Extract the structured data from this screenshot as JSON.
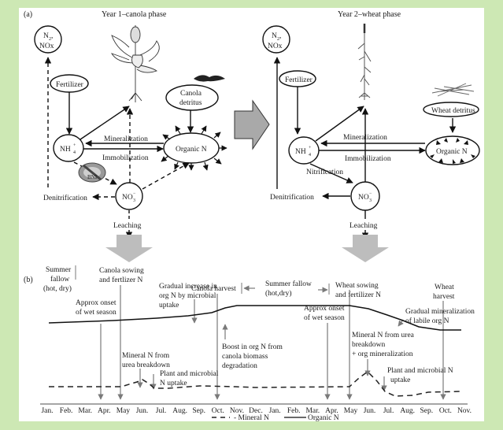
{
  "panel_a": {
    "label": "(a)",
    "year1": {
      "title": "Year 1–canola phase",
      "n2_line1": "N",
      "n2_sub": "2",
      "n2_comma": ",",
      "n2_line2": "NOx",
      "fertilizer": "Fertilizer",
      "detritus_line1": "Canola",
      "detritus_line2": "detritus",
      "nh4": "NH",
      "nh4_sub": "4",
      "nh4_sup": "+",
      "organic_n": "Organic N",
      "mineralization": "Mineralization",
      "immobilization": "Immobilization",
      "inhibitor": "BNI",
      "no3": "NO",
      "no3_sub": "3",
      "no3_sup": "−",
      "denitrification": "Denitrification",
      "leaching": "Leaching"
    },
    "year2": {
      "title": "Year 2–wheat phase",
      "n2_line1": "N",
      "n2_sub": "2",
      "n2_comma": ",",
      "n2_line2": "NOx",
      "fertilizer": "Fertilizer",
      "detritus": "Wheat detritus",
      "nh4": "NH",
      "nh4_sub": "4",
      "nh4_sup": "+",
      "organic_n": "Organic N",
      "mineralization": "Mineralization",
      "immobilization": "Immobilization",
      "nitrification": "Nitrification",
      "no3": "NO",
      "no3_sub": "3",
      "no3_sup": "−",
      "denitrification": "Denitrification",
      "leaching": "Leaching"
    }
  },
  "panel_b": {
    "label": "(b)",
    "annotations": {
      "summer_fallow_1": [
        "Summer",
        "fallow",
        "(hot, dry)"
      ],
      "canola_sowing": [
        "Canola sowing",
        "and fertlizer N"
      ],
      "wet_season_1": [
        "Approx onset",
        "of wet season"
      ],
      "gradual_increase": [
        "Gradual increase in",
        "org N by microbial",
        "uptake"
      ],
      "canola_harvest": "Canola harvest",
      "summer_fallow_2": [
        "Summer fallow",
        "(hot,dry)"
      ],
      "boost": [
        "Boost in org N from",
        "canola biomass",
        "degradation"
      ],
      "mineral_urea_1": [
        "Mineral N from",
        "urea breakdown"
      ],
      "uptake_1": [
        "Plant and microbial",
        "N uptake"
      ],
      "wheat_sowing": [
        "Wheat sowing",
        "and fertilizer N"
      ],
      "wet_season_2": [
        "Approx onset",
        "of wet season"
      ],
      "wheat_harvest": [
        "Wheat",
        "harvest"
      ],
      "gradual_mineralization": [
        "Gradual mineralization",
        "of labile org N"
      ],
      "mineral_urea_2": [
        "Mineral N from urea",
        "breakdown",
        "+ org mineralization"
      ],
      "uptake_2": [
        "Plant and microbial N",
        "uptake"
      ]
    },
    "months": [
      "Jan.",
      "Feb.",
      "Mar.",
      "Apr.",
      "May",
      "Jun.",
      "Jul.",
      "Aug.",
      "Sep.",
      "Oct.",
      "Nov.",
      "Dec.",
      "Jan.",
      "Feb.",
      "Mar.",
      "Apr.",
      "May",
      "Jun.",
      "Jul.",
      "Aug.",
      "Sep.",
      "Oct.",
      "Nov."
    ],
    "legend": {
      "mineral": "Mineral N",
      "organic": "Organic N"
    }
  },
  "colors": {
    "background": "#cde8b4",
    "panel": "#ffffff",
    "ink": "#1a1a1a",
    "gray_arrow": "#b9b9b9",
    "annotation_gray": "#7a7a7a"
  }
}
